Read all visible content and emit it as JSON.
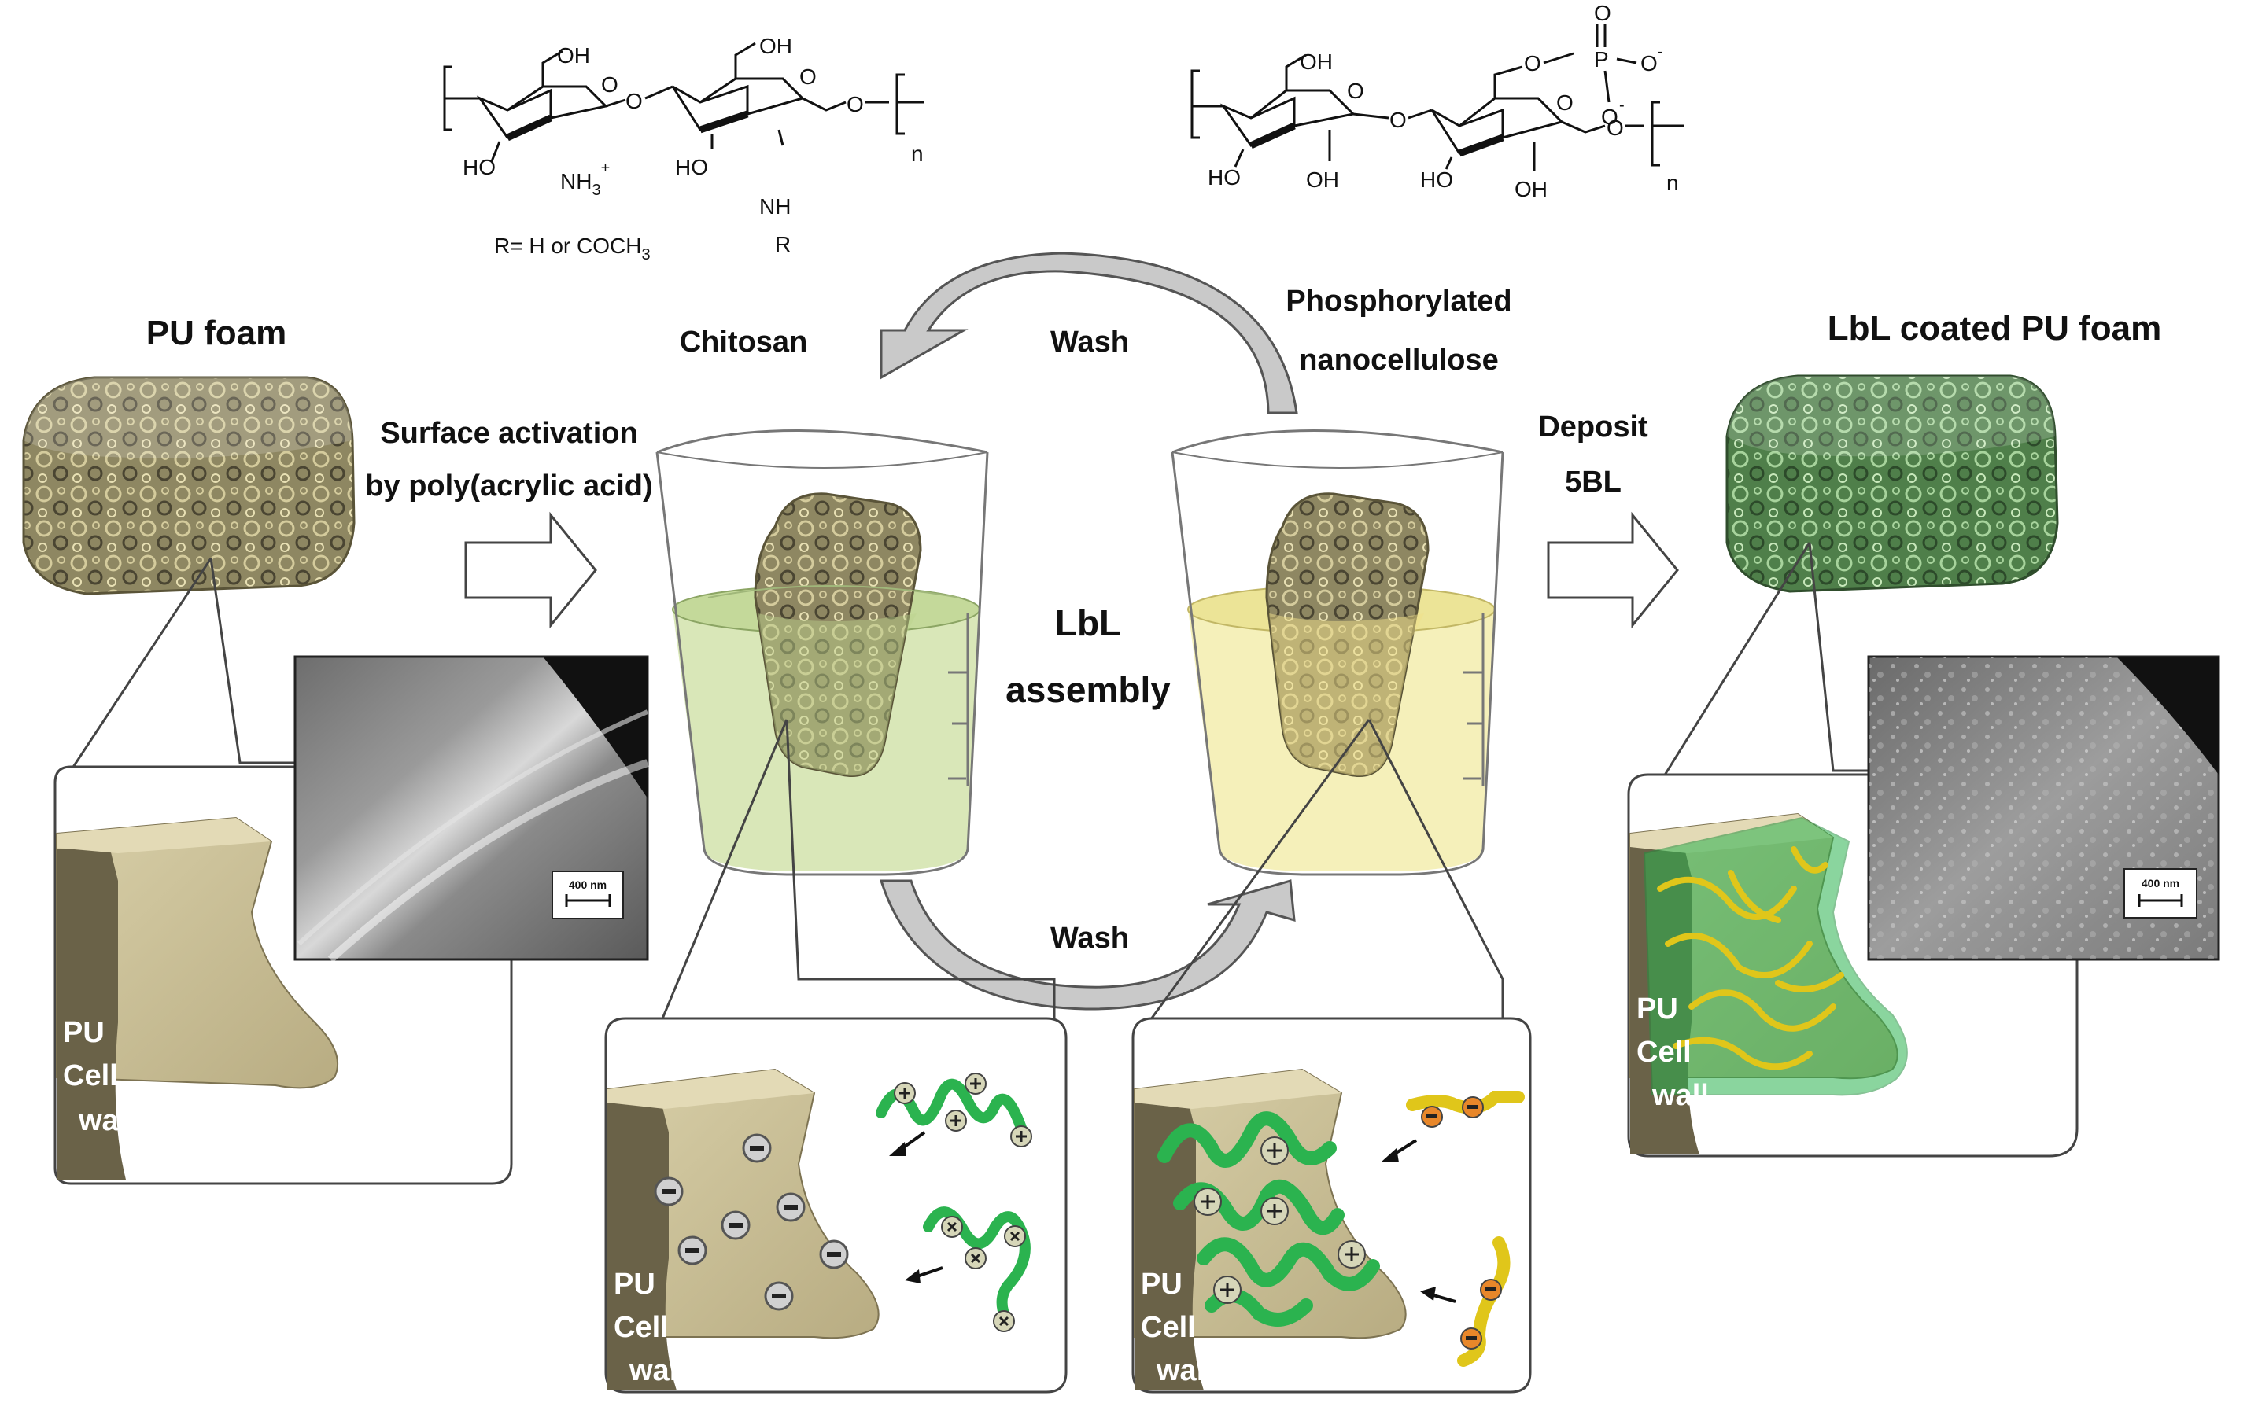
{
  "colors": {
    "foam": "#8e8762",
    "coated_foam": "#4f7f4a",
    "cell_wall": "#c8bd96",
    "chitosan": "#2bb34f",
    "nanocellulose": "#e0c61a",
    "chitosan_solution": "#d7e6b4",
    "nanocellulose_solution": "#f4efb6",
    "sem_gray": "#8a8a8a"
  },
  "icons": [
    "block-arrow-right",
    "curved-arrow",
    "plus-charge",
    "minus-charge"
  ],
  "chitosan_structure": {
    "oh_top": "OH",
    "oh_top2": "OH",
    "ho_left": "HO",
    "ho_mid": "HO",
    "nh3": "NH",
    "nh3_sub": "3",
    "nh3_sup": "+",
    "nh": "NH",
    "r": "R",
    "o_ring1": "O",
    "o_link": "O",
    "o_ring2": "O",
    "o_end": "O",
    "n": "n",
    "r_def": "R= H or COCH",
    "r_def_sub": "3"
  },
  "cellulose_structure": {
    "oh_top": "OH",
    "ho_left": "HO",
    "oh_a": "OH",
    "ho_mid": "HO",
    "oh_b": "OH",
    "o_ring1": "O",
    "o_link": "O",
    "o_ring2": "O",
    "o_end": "O",
    "o_p": "O",
    "p": "P",
    "o_dbl": "O",
    "o_neg1": "O",
    "o_neg2": "O",
    "minus": "-",
    "n": "n"
  },
  "labels": {
    "pu_foam": "PU foam",
    "coated_foam": "LbL coated PU foam",
    "chitosan": "Chitosan",
    "phos_line1": "Phosphorylated",
    "phos_line2": "nanocellulose",
    "wash_top": "Wash",
    "wash_bottom": "Wash",
    "surface_line1": "Surface activation",
    "surface_line2": "by poly(acrylic acid)",
    "deposit_line1": "Deposit",
    "deposit_line2": "5BL",
    "lbl_line1": "LbL",
    "lbl_line2": "assembly",
    "scale_left": "400 nm",
    "scale_right": "400 nm"
  },
  "wall_labels": {
    "line1": "PU",
    "line2": "Cell",
    "line3": "wall"
  }
}
